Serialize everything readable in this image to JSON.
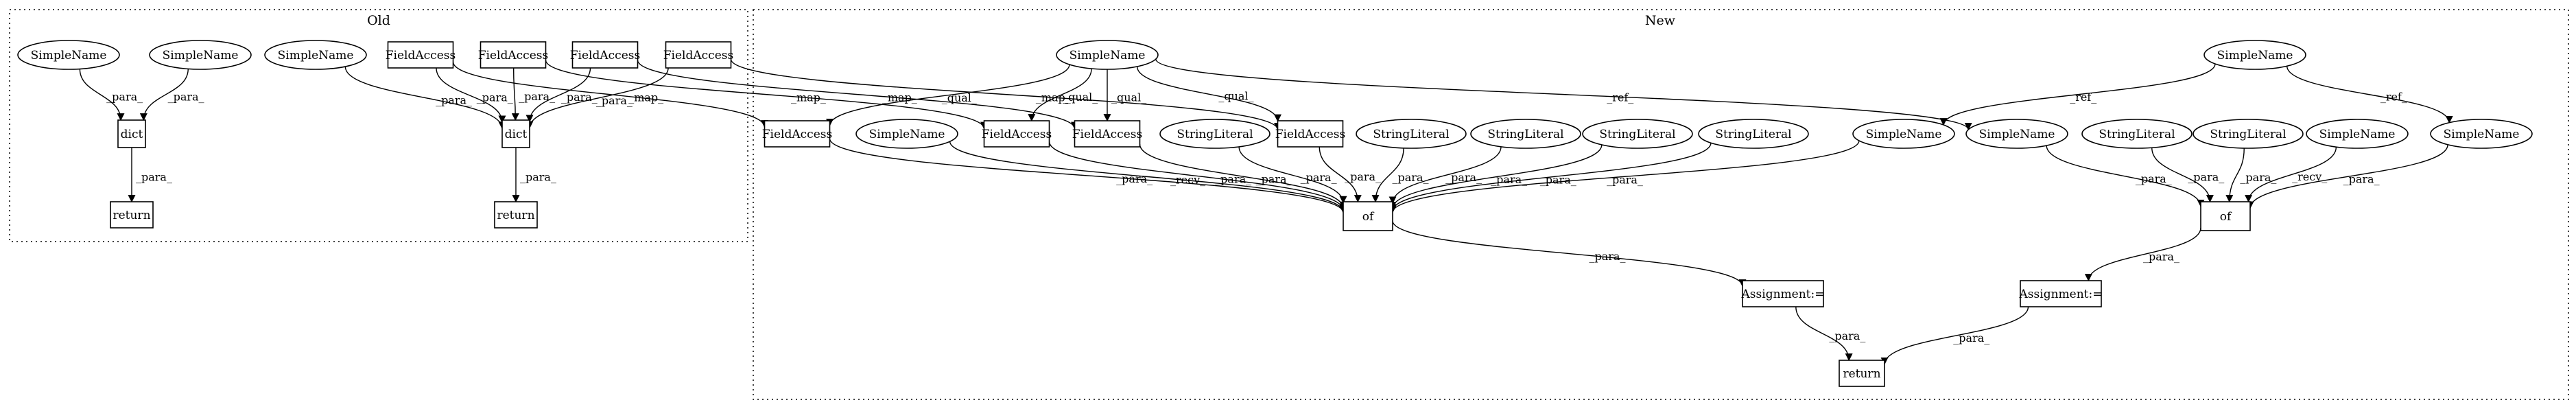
{
  "clusters": [
    {
      "id": "old",
      "title": "Old"
    },
    {
      "id": "new",
      "title": "New"
    }
  ],
  "nodes": [
    {
      "id": "o_sn1",
      "label": "SimpleName",
      "shape": "ellipse"
    },
    {
      "id": "o_sn2",
      "label": "SimpleName",
      "shape": "ellipse"
    },
    {
      "id": "o_sn3",
      "label": "SimpleName",
      "shape": "ellipse"
    },
    {
      "id": "o_fa1",
      "label": "FieldAccess",
      "shape": "box"
    },
    {
      "id": "o_fa2",
      "label": "FieldAccess",
      "shape": "box"
    },
    {
      "id": "o_fa3",
      "label": "FieldAccess",
      "shape": "box"
    },
    {
      "id": "o_fa4",
      "label": "FieldAccess",
      "shape": "box"
    },
    {
      "id": "o_dict1",
      "label": "dict",
      "shape": "box"
    },
    {
      "id": "o_dict2",
      "label": "dict",
      "shape": "box"
    },
    {
      "id": "o_ret1",
      "label": "return",
      "shape": "box"
    },
    {
      "id": "o_ret2",
      "label": "return",
      "shape": "box"
    },
    {
      "id": "n_sn_top",
      "label": "SimpleName",
      "shape": "ellipse"
    },
    {
      "id": "n_sn_top2",
      "label": "SimpleName",
      "shape": "ellipse"
    },
    {
      "id": "n_fa1",
      "label": "FieldAccess",
      "shape": "box"
    },
    {
      "id": "n_sn_a",
      "label": "SimpleName",
      "shape": "ellipse"
    },
    {
      "id": "n_fa2",
      "label": "FieldAccess",
      "shape": "box"
    },
    {
      "id": "n_fa3",
      "label": "FieldAccess",
      "shape": "box"
    },
    {
      "id": "n_sl1",
      "label": "StringLiteral",
      "shape": "ellipse"
    },
    {
      "id": "n_fa4",
      "label": "FieldAccess",
      "shape": "box"
    },
    {
      "id": "n_sl2",
      "label": "StringLiteral",
      "shape": "ellipse"
    },
    {
      "id": "n_sl3",
      "label": "StringLiteral",
      "shape": "ellipse"
    },
    {
      "id": "n_sl4",
      "label": "StringLiteral",
      "shape": "ellipse"
    },
    {
      "id": "n_sl5",
      "label": "StringLiteral",
      "shape": "ellipse"
    },
    {
      "id": "n_sn_b",
      "label": "SimpleName",
      "shape": "ellipse"
    },
    {
      "id": "n_sn_c",
      "label": "SimpleName",
      "shape": "ellipse"
    },
    {
      "id": "n_sl6",
      "label": "StringLiteral",
      "shape": "ellipse"
    },
    {
      "id": "n_sl7",
      "label": "StringLiteral",
      "shape": "ellipse"
    },
    {
      "id": "n_sn_d",
      "label": "SimpleName",
      "shape": "ellipse"
    },
    {
      "id": "n_sn_e",
      "label": "SimpleName",
      "shape": "ellipse"
    },
    {
      "id": "n_of1",
      "label": "of",
      "shape": "box"
    },
    {
      "id": "n_of2",
      "label": "of",
      "shape": "box"
    },
    {
      "id": "n_asg1",
      "label": "Assignment:=",
      "shape": "box"
    },
    {
      "id": "n_asg2",
      "label": "Assignment:=",
      "shape": "box"
    },
    {
      "id": "n_ret",
      "label": "return",
      "shape": "box"
    }
  ],
  "edges": [
    {
      "from": "o_sn1",
      "to": "o_dict1",
      "label": "_para_"
    },
    {
      "from": "o_sn2",
      "to": "o_dict1",
      "label": "_para_"
    },
    {
      "from": "o_dict1",
      "to": "o_ret1",
      "label": "_para_"
    },
    {
      "from": "o_sn3",
      "to": "o_dict2",
      "label": "_para_"
    },
    {
      "from": "o_fa1",
      "to": "o_dict2",
      "label": "_para_"
    },
    {
      "from": "o_fa2",
      "to": "o_dict2",
      "label": "_para_"
    },
    {
      "from": "o_fa3",
      "to": "o_dict2",
      "label": "_para_"
    },
    {
      "from": "o_fa4",
      "to": "o_dict2",
      "label": "_para_"
    },
    {
      "from": "o_dict2",
      "to": "o_ret2",
      "label": "_para_"
    },
    {
      "from": "o_fa1",
      "to": "n_fa1",
      "label": "_map_"
    },
    {
      "from": "o_fa2",
      "to": "n_fa2",
      "label": "_map_"
    },
    {
      "from": "o_fa3",
      "to": "n_fa3",
      "label": "_map_"
    },
    {
      "from": "o_fa4",
      "to": "n_fa4",
      "label": "_map_"
    },
    {
      "from": "n_sn_top",
      "to": "n_fa1",
      "label": "_qual_"
    },
    {
      "from": "n_sn_top",
      "to": "n_fa2",
      "label": "_qual_"
    },
    {
      "from": "n_sn_top",
      "to": "n_fa3",
      "label": "_qual_"
    },
    {
      "from": "n_sn_top",
      "to": "n_fa4",
      "label": "_qual_"
    },
    {
      "from": "n_sn_top",
      "to": "n_sn_c",
      "label": "_ref_"
    },
    {
      "from": "n_sn_top2",
      "to": "n_sn_b",
      "label": "_ref_"
    },
    {
      "from": "n_sn_top2",
      "to": "n_sn_e",
      "label": "_ref_"
    },
    {
      "from": "n_fa1",
      "to": "n_of1",
      "label": "_para_"
    },
    {
      "from": "n_sn_a",
      "to": "n_of1",
      "label": "_recv_"
    },
    {
      "from": "n_fa2",
      "to": "n_of1",
      "label": "_para_"
    },
    {
      "from": "n_fa3",
      "to": "n_of1",
      "label": "_para_"
    },
    {
      "from": "n_sl1",
      "to": "n_of1",
      "label": "_para_"
    },
    {
      "from": "n_fa4",
      "to": "n_of1",
      "label": "_para_"
    },
    {
      "from": "n_sl2",
      "to": "n_of1",
      "label": "_para_"
    },
    {
      "from": "n_sl3",
      "to": "n_of1",
      "label": "_para_"
    },
    {
      "from": "n_sl4",
      "to": "n_of1",
      "label": "_para_"
    },
    {
      "from": "n_sl5",
      "to": "n_of1",
      "label": "_para_"
    },
    {
      "from": "n_sn_b",
      "to": "n_of1",
      "label": "_para_"
    },
    {
      "from": "n_sn_c",
      "to": "n_of2",
      "label": "_para_"
    },
    {
      "from": "n_sl6",
      "to": "n_of2",
      "label": "_para_"
    },
    {
      "from": "n_sl7",
      "to": "n_of2",
      "label": "_para_"
    },
    {
      "from": "n_sn_d",
      "to": "n_of2",
      "label": "_recv_"
    },
    {
      "from": "n_sn_e",
      "to": "n_of2",
      "label": "_para_"
    },
    {
      "from": "n_of1",
      "to": "n_asg1",
      "label": "_para_"
    },
    {
      "from": "n_of2",
      "to": "n_asg2",
      "label": "_para_"
    },
    {
      "from": "n_asg1",
      "to": "n_ret",
      "label": "_para_"
    },
    {
      "from": "n_asg2",
      "to": "n_ret",
      "label": "_para_"
    }
  ]
}
